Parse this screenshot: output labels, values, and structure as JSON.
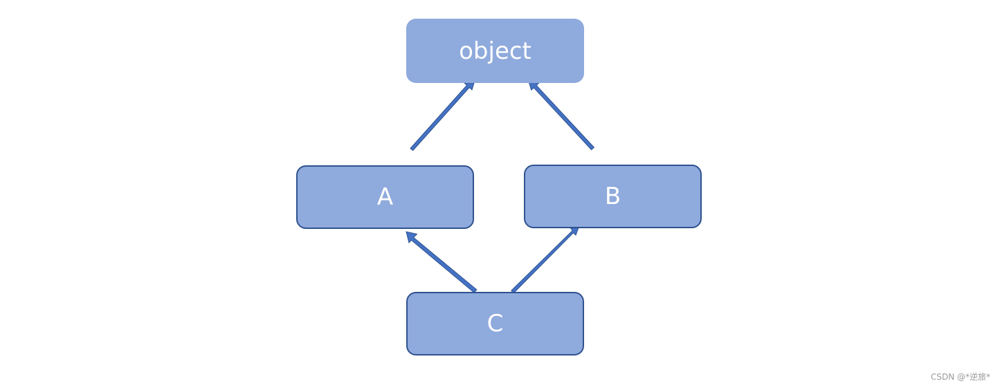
{
  "diagram": {
    "nodes": {
      "object": {
        "label": "object"
      },
      "a": {
        "label": "A"
      },
      "b": {
        "label": "B"
      },
      "c": {
        "label": "C"
      }
    },
    "edges": [
      {
        "from": "a",
        "to": "object"
      },
      {
        "from": "b",
        "to": "object"
      },
      {
        "from": "c",
        "to": "a"
      },
      {
        "from": "c",
        "to": "b"
      }
    ]
  },
  "colors": {
    "node_fill": "#8faadc",
    "node_border": "#2f528f",
    "arrow_fill": "#4472c4",
    "arrow_stroke": "#2f528f",
    "node_text": "#ffffff"
  },
  "watermark": {
    "text": "CSDN @*逆旅*"
  }
}
